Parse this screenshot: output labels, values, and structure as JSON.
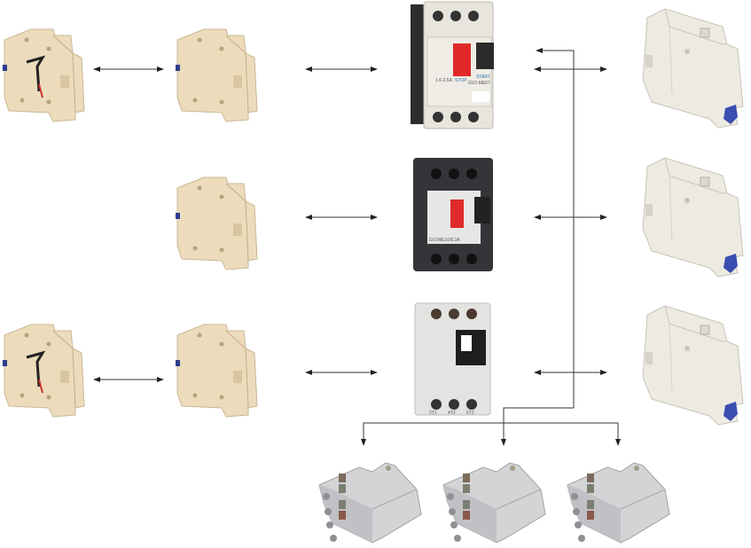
{
  "diagram": {
    "title": "Motor protection circuit breaker accessories",
    "breaker_1": {
      "stop": "STOP",
      "start": "START",
      "model": "GV2-ME07",
      "range": "1.6-2.5A"
    },
    "breaker_2": {
      "model": "GV2ME10/6.3A"
    },
    "breaker_3": {
      "terminals": [
        "2T1",
        "4T2",
        "6T3"
      ]
    },
    "colors": {
      "body": "#e8e4d8",
      "contact": "#ecdcbc",
      "stop": "#e02a2a",
      "black": "#2b2b2b",
      "line": "#333333",
      "block": "#c9cacc",
      "blue": "#3a4db0"
    }
  }
}
